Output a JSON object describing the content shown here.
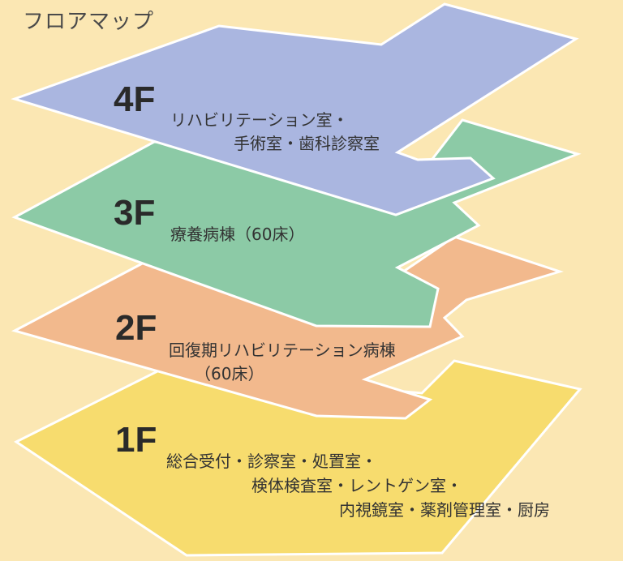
{
  "title": "フロアマップ",
  "floors": [
    {
      "label": "4F",
      "lines": [
        "リハビリテーション室・",
        "手術室・歯科診察室"
      ],
      "color": "#aab6e0"
    },
    {
      "label": "3F",
      "lines": [
        "療養病棟（60床）"
      ],
      "color": "#8ccaa6"
    },
    {
      "label": "2F",
      "lines": [
        "回復期リハビリテーション病棟",
        "（60床）"
      ],
      "color": "#f2b98d"
    },
    {
      "label": "1F",
      "lines": [
        "総合受付・診察室・処置室・",
        "検体検査室・レントゲン室・",
        "内視鏡室・薬剤管理室・厨房"
      ],
      "color": "#f7dc6e"
    }
  ],
  "colors": {
    "background": "#fbe7b3",
    "text": "#2a2a2a",
    "edge": "#ffffff"
  }
}
